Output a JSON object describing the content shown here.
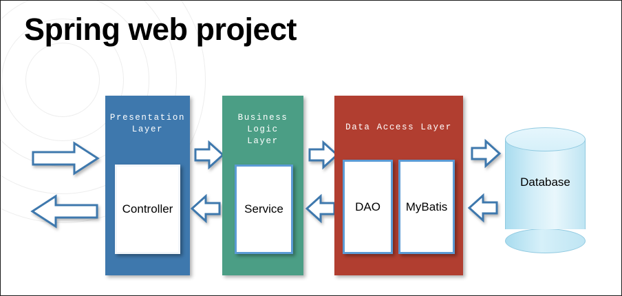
{
  "slide": {
    "title": "Spring web project",
    "background_color": "#ffffff",
    "border_color": "#1a1a1a"
  },
  "layers": [
    {
      "id": "presentation",
      "label": "Presentation\nLayer",
      "color": "#3E78AD",
      "components": [
        {
          "id": "controller",
          "label": "Controller"
        }
      ]
    },
    {
      "id": "business",
      "label": "Business\nLogic\nLayer",
      "color": "#4B9E85",
      "components": [
        {
          "id": "service",
          "label": "Service"
        }
      ]
    },
    {
      "id": "data-access",
      "label": "Data Access Layer",
      "color": "#B13E30",
      "components": [
        {
          "id": "dao",
          "label": "DAO"
        },
        {
          "id": "mybatis",
          "label": "MyBatis"
        }
      ]
    }
  ],
  "database": {
    "label": "Database",
    "color": "#cdeaf6"
  },
  "arrows": [
    {
      "id": "request-in",
      "direction": "right",
      "style": "long-thin",
      "from": "client",
      "to": "presentation"
    },
    {
      "id": "response-out",
      "direction": "left",
      "style": "long-thin",
      "from": "presentation",
      "to": "client"
    },
    {
      "id": "presentation-to-business",
      "direction": "right",
      "style": "block",
      "from": "presentation",
      "to": "business"
    },
    {
      "id": "business-to-presentation",
      "direction": "left",
      "style": "block",
      "from": "business",
      "to": "presentation"
    },
    {
      "id": "business-to-data",
      "direction": "right",
      "style": "block",
      "from": "business",
      "to": "data-access"
    },
    {
      "id": "data-to-business",
      "direction": "left",
      "style": "block",
      "from": "data-access",
      "to": "business"
    },
    {
      "id": "data-to-database",
      "direction": "right",
      "style": "block",
      "from": "data-access",
      "to": "database"
    },
    {
      "id": "database-to-data",
      "direction": "left",
      "style": "block",
      "from": "database",
      "to": "data-access"
    }
  ],
  "colors": {
    "arrow_stroke": "#3E78AD",
    "arrow_fill": "#ffffff",
    "component_border": "#5B9BD5",
    "ring_stroke": "#ededed"
  }
}
